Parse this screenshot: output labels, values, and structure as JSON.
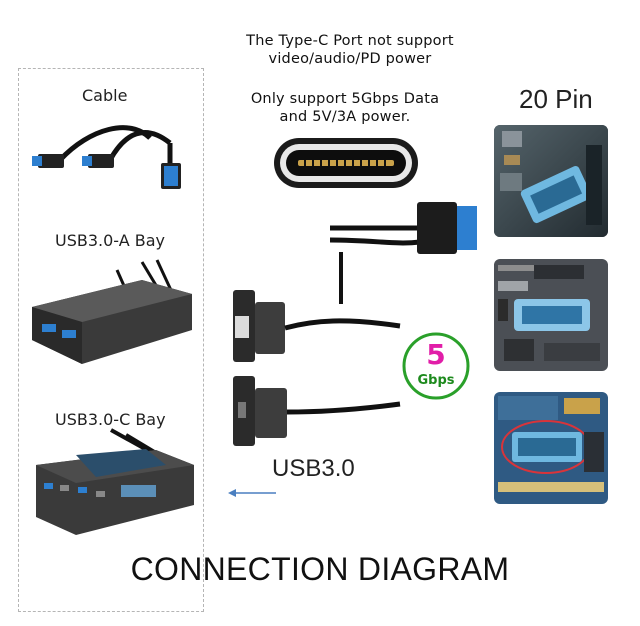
{
  "notes": {
    "line1": "The Type-C Port not support",
    "line2": "video/audio/PD power",
    "line3": "Only support 5Gbps Data",
    "line4": "and 5V/3A power."
  },
  "left_panel": {
    "cable_label": "Cable",
    "bay_a_label": "USB3.0-A Bay",
    "bay_c_label": "USB3.0-C Bay"
  },
  "right_panel": {
    "pin_label": "20 Pin"
  },
  "badge": {
    "number": "5",
    "unit": "Gbps"
  },
  "usb_label": "USB3.0",
  "diagram_title": "CONNECTION DIAGRAM",
  "colors": {
    "usb_blue": "#2d7fd0",
    "badge_ring": "#2aa02a",
    "badge_number": "#e11ea8",
    "badge_unit": "#1d8a1d",
    "arrow": "#4a7fc0"
  }
}
